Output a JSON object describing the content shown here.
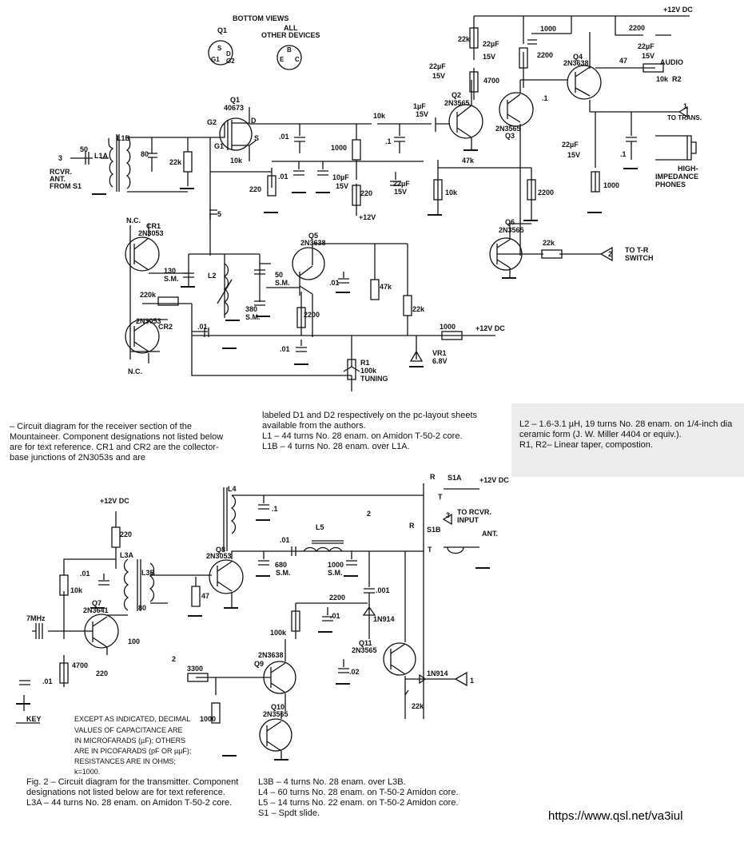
{
  "receiver": {
    "header": {
      "title": "BOTTOM VIEWS",
      "q1": "Q1",
      "all": "ALL",
      "other": "OTHER DEVICES",
      "q1_pins": [
        "S",
        "G1",
        "D",
        "G2"
      ],
      "other_pins": [
        "B",
        "E",
        "C"
      ]
    },
    "parts": {
      "q1": "Q1",
      "q1_type": "40673",
      "g2": "G2",
      "g1": "G1",
      "d": "D",
      "s": "S",
      "l1b": "L1B",
      "l1a": "L1A",
      "c50": "50",
      "c80": "80",
      "r22k": "22k",
      "ant": [
        "RCVR.",
        "ANT.",
        "FROM S1"
      ],
      "pin3": "3",
      "r10k_a": "10k",
      "c01_a": ".01",
      "r1000_a": "1000",
      "c1_a": ".1",
      "r10k_b": "10k",
      "c01_b": ".01",
      "c10uf": "10µF",
      "v15_a": "15V",
      "r220_a": "220",
      "r220_b": "220",
      "c22uf_a": "22µF",
      "v15_b": "15V",
      "plus12": "+12V",
      "c5": "5",
      "c1uf": "1µF",
      "v15_c": "15V",
      "r22k_b": "22k",
      "c22uf_b": "22µF",
      "v15_d": "15V",
      "c22uf_c": "22µF",
      "v15_e": "15V",
      "r1000_b": "1000",
      "r2200_a": "2200",
      "r4700": "4700",
      "q2": "Q2",
      "q2_type": "2N3565",
      "q3": "Q3",
      "q3_type": "2N3565",
      "q4": "Q4",
      "q4_type": "2N3638",
      "r47": "47",
      "audio": "AUDIO",
      "r2200_b": "2200",
      "c22uf_d": "22µF",
      "v15_f": "15V",
      "r2": "10k  R2",
      "plus12dc_top": "+12V DC",
      "c1_b": ".1",
      "trans": "TO TRANS.",
      "pin1": "1",
      "c1_c": ".1",
      "phones": [
        "HIGH-",
        "IMPEDANCE",
        "PHONES"
      ],
      "r47k": "47k",
      "r10k_c": "10k",
      "c22uf_e": "22µF",
      "v15_g": "15V",
      "r2200_c": "2200",
      "r1000_c": "1000",
      "q6": "Q6",
      "q6_type": "2N3565",
      "r22k_c": "22k",
      "tr": [
        "TO T-R",
        "SWITCH"
      ],
      "pin2": "2",
      "nc_top": "N.C.",
      "cr1": "CR1",
      "cr1_type": "2N3053",
      "c130": "130",
      "sm_a": "S.M.",
      "l2": "L2",
      "c50b": "50",
      "sm_b": "S.M.",
      "c380": "380",
      "sm_c": "S.M.",
      "q5": "Q5",
      "q5_type": "2N3638",
      "c01_c": ".01",
      "r47k_b": "47k",
      "r22k_d": "22k",
      "r2200_d": "2200",
      "r220k": "220k",
      "cr2": "CR2",
      "cr2_type": "2N3053",
      "nc_bot": "N.C.",
      "c01_d": ".01",
      "c01_e": ".01",
      "r1": "R1",
      "r1_val": "100k",
      "tuning": "TUNING",
      "r1000_d": "1000",
      "plus12dc_b": "+12V DC",
      "vr1": "VR1",
      "vr1_val": "6.8V"
    },
    "caption": {
      "col1": "– Circuit diagram for the receiver section of the Mountaineer. Component designations not listed below are for text reference. CR1 and CR2 are the collector-base junctions of 2N3053s and are",
      "col2a": "labeled D1 and D2 respectively on the pc-layout sheets available from the authors.",
      "col2b": "L1 – 44 turns No. 28 enam. on Amidon T-50-2 core.",
      "col2c": "L1B – 4 turns No. 28 enam. over L1A.",
      "col3a": "L2 – 1.6-3.1 µH, 19 turns No. 28 enam. on 1/4-inch dia ceramic form (J. W. Miller 4404 or equiv.).",
      "col3b": "R1, R2– Linear taper, compostion."
    }
  },
  "transmitter": {
    "parts": {
      "plus12dc": "+12V DC",
      "r220": "220",
      "l3a": "L3A",
      "l3b": "L3B",
      "c01_a": ".01",
      "r10k": "10k",
      "q7": "Q7",
      "q7_type": "2N3641",
      "c80": "80",
      "xtal": "7MHz",
      "c100": "100",
      "r4700": "4700",
      "r220b": "220",
      "c01_b": ".01",
      "key": "KEY",
      "q8": "Q8",
      "q8_type": "2N3053",
      "r47": "47",
      "l4": "L4",
      "c1": ".1",
      "l5": "L5",
      "c01_c": ".01",
      "c680": "680",
      "sm_a": "S.M.",
      "c1000": "1000",
      "sm_b": "S.M.",
      "pin2": "2",
      "c001": ".001",
      "s1a": "S1A",
      "r_a": "R",
      "t_a": "T",
      "plus12dc_b": "+12V DC",
      "to_rcvr": [
        "TO RCVR.",
        "INPUT"
      ],
      "pin3": "3",
      "r_b": "R",
      "s1b": "S1B",
      "t_b": "T",
      "ant": "ANT.",
      "r2200": "2200",
      "c01_d": ".01",
      "d1n914_a": "1N914",
      "r100k": "100k",
      "q11": "Q11",
      "q11_type": "2N3565",
      "q9": "Q9",
      "q9_type": "2N3638",
      "c02": ".02",
      "d1n914_b": "1N914",
      "pin1": "1",
      "r22k": "22k",
      "pin2b": "2",
      "r3300": "3300",
      "r1000": "1000",
      "q10": "Q10",
      "q10_type": "2N3565"
    },
    "note": [
      "EXCEPT AS INDICATED, DECIMAL",
      "VALUES OF CAPACITANCE ARE",
      "IN MICROFARADS (µF); OTHERS",
      "ARE IN PICOFARADS (pF OR µµF);",
      "RESISTANCES ARE IN OHMS;",
      "k=1000."
    ],
    "caption": {
      "col1": "Fig. 2 – Circuit diagram for the transmitter. Component designations not listed below are for text reference.",
      "col1b": "L3A – 44 turns No. 28 enam. on Amidon T-50-2 core.",
      "col2a": "L3B – 4 turns No. 28 enam. over L3B.",
      "col2b": "L4 – 60 turns No. 28 enam. on T-50-2 Amidon core.",
      "col2c": "L5 – 14 turns No. 22 enam. on T-50-2 Amidon core.",
      "col2d": "S1 – Spdt slide."
    }
  },
  "url": "https://www.qsl.net/va3iul"
}
